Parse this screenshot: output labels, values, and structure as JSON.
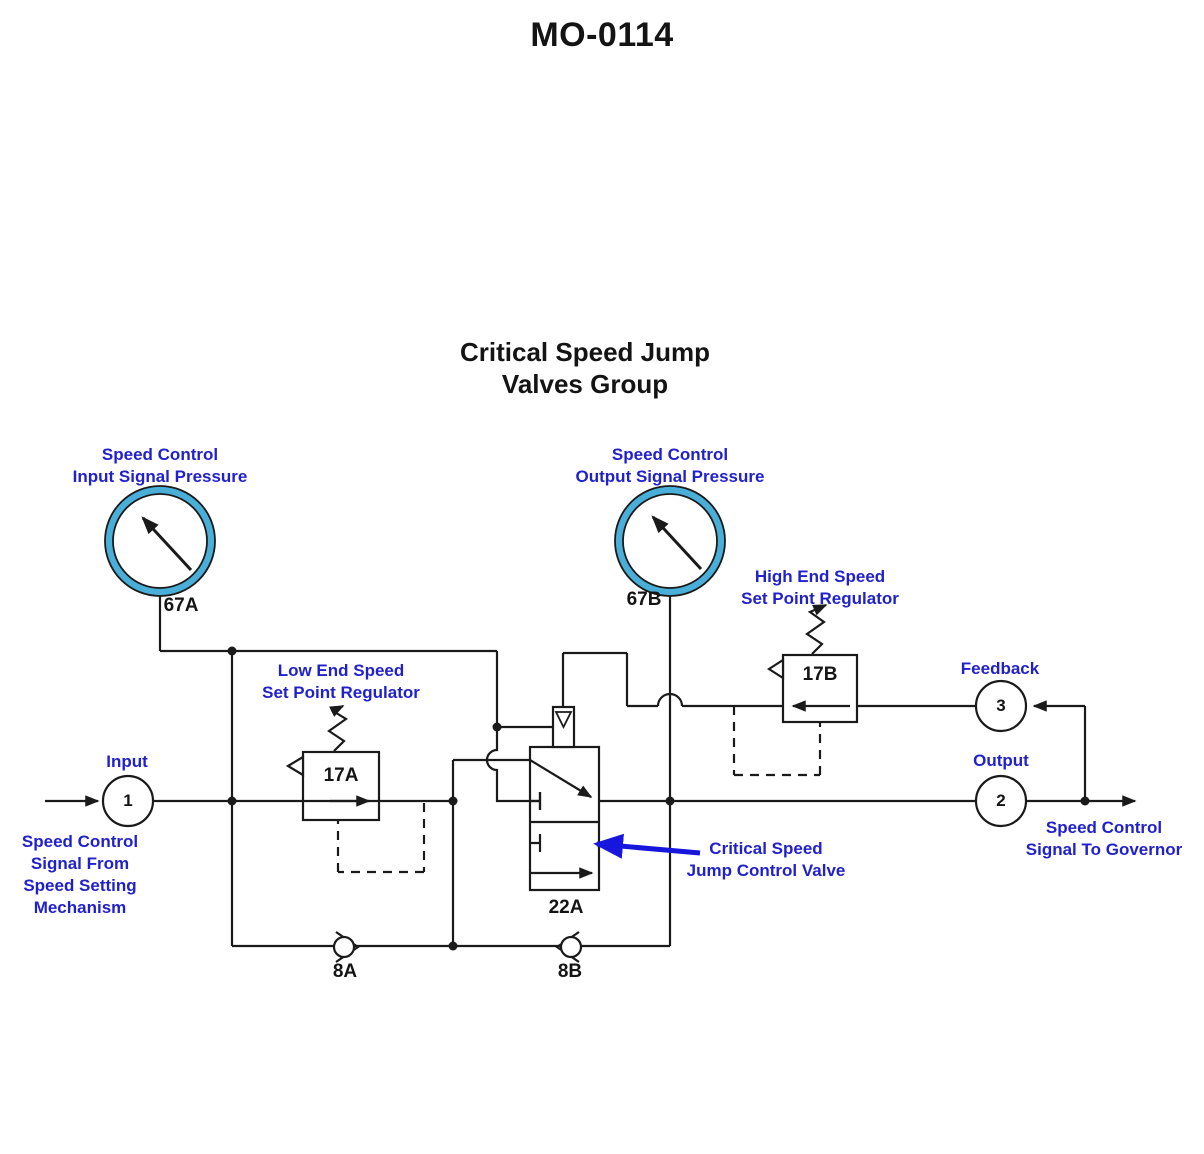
{
  "title": "MO-0114",
  "subtitle": {
    "line1": "Critical Speed Jump",
    "line2": "Valves Group"
  },
  "gauges": {
    "input": {
      "label1": "Speed Control",
      "label2": "Input Signal Pressure",
      "tag": "67A"
    },
    "output": {
      "label1": "Speed Control",
      "label2": "Output Signal Pressure",
      "tag": "67B"
    }
  },
  "regulators": {
    "low": {
      "label1": "Low End Speed",
      "label2": "Set Point Regulator",
      "tag": "17A"
    },
    "high": {
      "label1": "High End Speed",
      "label2": "Set Point Regulator",
      "tag": "17B"
    }
  },
  "valve": {
    "tag": "22A",
    "annotation1": "Critical Speed",
    "annotation2": "Jump Control Valve"
  },
  "check_valves": {
    "a": "8A",
    "b": "8B"
  },
  "nodes": {
    "input": {
      "label": "Input",
      "number": "1"
    },
    "output": {
      "label": "Output",
      "number": "2"
    },
    "feedback": {
      "label": "Feedback",
      "number": "3"
    }
  },
  "captions": {
    "from_line1": "Speed Control",
    "from_line2": "Signal From",
    "from_line3": "Speed Setting",
    "from_line4": "Mechanism",
    "to_line1": "Speed Control",
    "to_line2": "Signal To Governor"
  },
  "colors": {
    "line": "#1a1a1a",
    "blue_text": "#2121cc",
    "gauge_ring": "#4aafd8",
    "arrow_blue": "#1616dd"
  }
}
